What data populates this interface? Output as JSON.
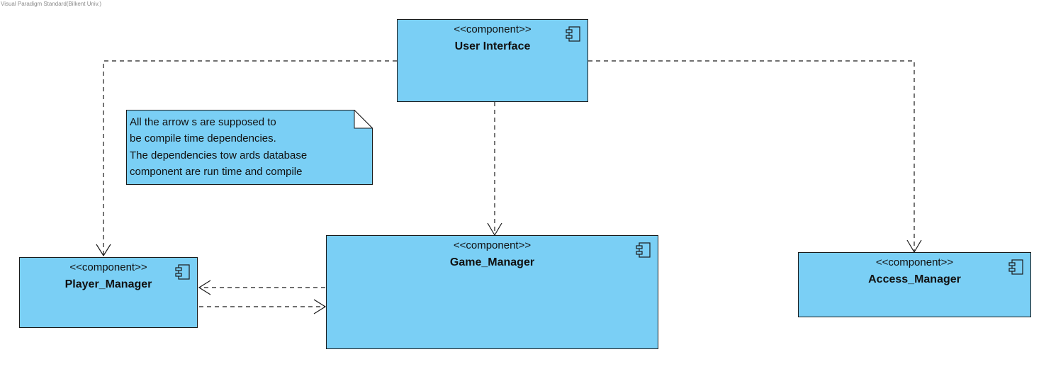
{
  "watermark": "Visual Paradigm Standard(Bilkent Univ.)",
  "components": [
    {
      "id": "user-interface",
      "stereotype": "<<component>>",
      "name": "User Interface"
    },
    {
      "id": "player-manager",
      "stereotype": "<<component>>",
      "name": "Player_Manager"
    },
    {
      "id": "game-manager",
      "stereotype": "<<component>>",
      "name": "Game_Manager"
    },
    {
      "id": "access-manager",
      "stereotype": "<<component>>",
      "name": "Access_Manager"
    }
  ],
  "note": {
    "lines": [
      "All the arrow s are supposed to",
      "be compile time dependencies.",
      "The dependencies tow ards database",
      "component are run time and compile"
    ]
  },
  "dependencies": [
    {
      "from": "User Interface",
      "to": "Player_Manager"
    },
    {
      "from": "User Interface",
      "to": "Game_Manager"
    },
    {
      "from": "User Interface",
      "to": "Access_Manager"
    },
    {
      "from": "Game_Manager",
      "to": "Player_Manager"
    },
    {
      "from": "Player_Manager",
      "to": "Game_Manager"
    }
  ],
  "colors": {
    "component_fill": "#7acff5",
    "note_fill": "#7acff5",
    "border": "#1a1a1a",
    "watermark": "#8a8a8a"
  },
  "icons": {
    "component": "component-icon"
  }
}
